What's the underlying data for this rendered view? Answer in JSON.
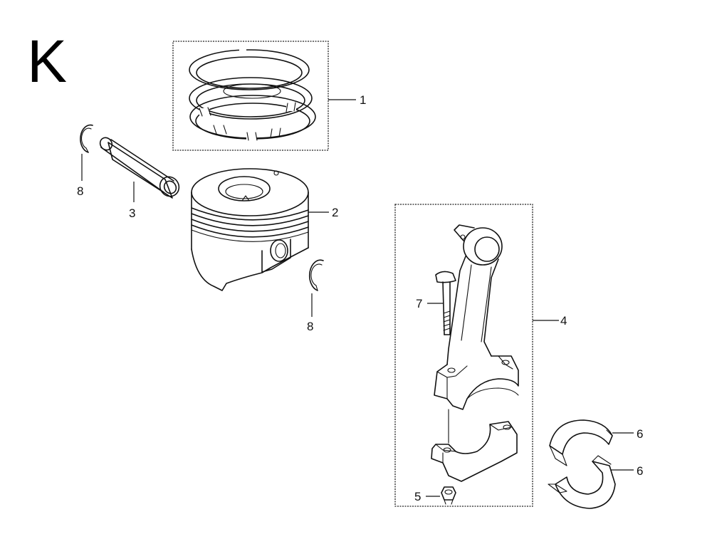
{
  "sheet_letter": "K",
  "callouts": {
    "piston_ring_set": "1",
    "piston": "2",
    "piston_pin": "3",
    "connecting_rod_assembly": "4",
    "rod_nut": "5",
    "bearing_upper": "6",
    "bearing_lower": "6",
    "rod_bolt": "7",
    "clip_left": "8",
    "clip_right": "8"
  }
}
